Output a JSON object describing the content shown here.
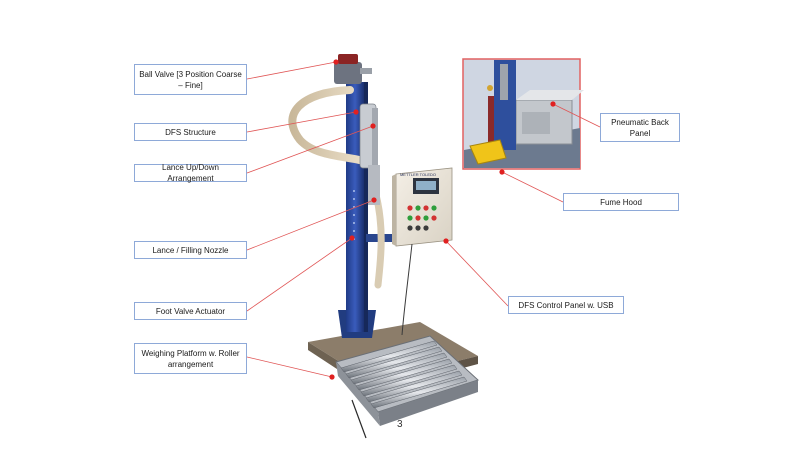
{
  "colors": {
    "callout_border": "#8ea9d8",
    "leader_line": "#e05555",
    "marker": "#e02020",
    "column": "#2b4aa0",
    "inset_frame": "#e06060"
  },
  "labels": {
    "ball_valve": "Ball Valve  [3 Position Coarse – Fine]",
    "dfs_structure": "DFS Structure",
    "lance_updown": "Lance Up/Down Arrangement",
    "lance_nozzle": "Lance / Filling  Nozzle",
    "foot_valve": "Foot Valve Actuator",
    "weighing_platform": "Weighing Platform w. Roller arrangement",
    "pneumatic_panel": "Pneumatic Back Panel",
    "fume_hood": "Fume Hood",
    "control_panel": "DFS Control Panel w. USB"
  },
  "controller_brand": "METTLER TOLEDO",
  "page_number": "3"
}
